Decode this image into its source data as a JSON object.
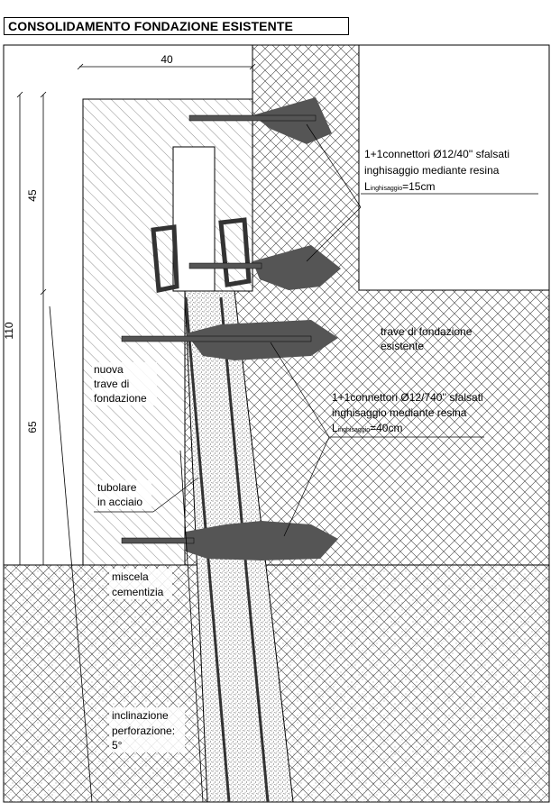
{
  "title": "CONSOLIDAMENTO FONDAZIONE ESISTENTE",
  "dimensions": {
    "top_width": "40",
    "total_height": "110",
    "upper_height": "45",
    "lower_height": "65"
  },
  "annotations": {
    "connettori_upper": {
      "line1": "1+1connettori Ø12/40'' sfalsati",
      "line2": "inghisaggio mediante resina",
      "line3_prefix": "L",
      "line3_sub": "inghisaggio",
      "line3_value": "=15cm"
    },
    "trave_esistente": {
      "line1": "trave di fondazione",
      "line2": "esistente"
    },
    "connettori_lower": {
      "line1": "1+1connettori Ø12/740'' sfalsati",
      "line2": "inghisaggio mediante resina",
      "line3_prefix": "L",
      "line3_sub": "inghisaggio",
      "line3_value": "=40cm"
    },
    "nuova_trave": {
      "line1": "nuova",
      "line2": "trave di",
      "line3": "fondazione"
    },
    "tubolare": {
      "line1": "tubolare",
      "line2": "in acciaio"
    },
    "miscela": {
      "line1": "miscela",
      "line2": "cementizia"
    },
    "inclinazione": {
      "line1": "inclinazione",
      "line2": "perforazione:",
      "line3": "5°"
    }
  },
  "colors": {
    "resin": "#555555",
    "bar": "#555555",
    "line": "#000000"
  }
}
